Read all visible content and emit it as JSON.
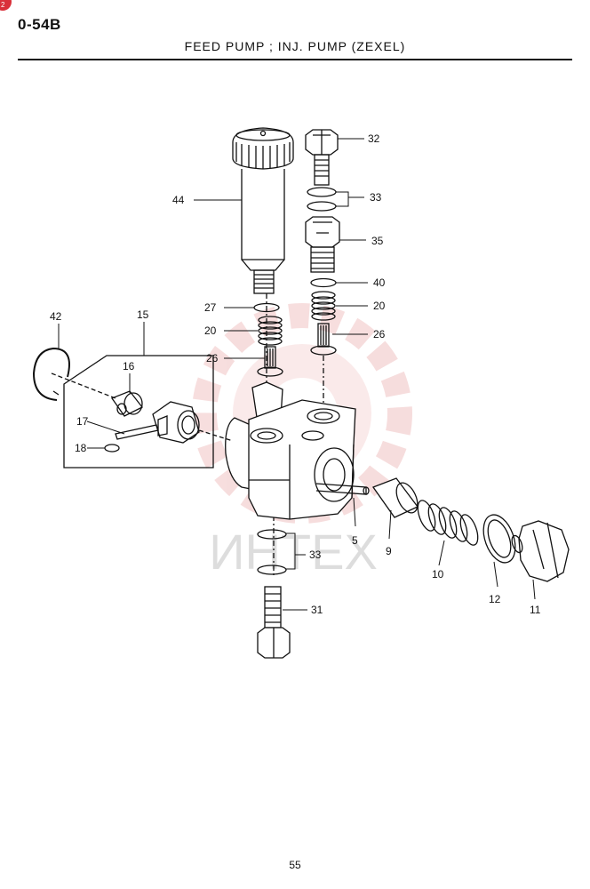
{
  "header": {
    "code": "0-54B",
    "title": "FEED PUMP ; INJ. PUMP (ZEXEL)"
  },
  "footer": {
    "page_number": "55"
  },
  "watermark": {
    "text": "ИНТЕХ",
    "color": "#e8a0a0"
  },
  "colors": {
    "ink": "#111111",
    "badge": "#d9303a"
  },
  "callouts": {
    "c44": "44",
    "c32": "32",
    "c33_top": "33",
    "c35": "35",
    "c40": "40",
    "c27": "27",
    "c20_left": "20",
    "c20_right": "20",
    "c26_left": "26",
    "c26_right": "26",
    "c42": "42",
    "c15": "15",
    "c16": "16",
    "c17": "17",
    "c18": "18",
    "c5": "5",
    "c9": "9",
    "c10": "10",
    "c12": "12",
    "c11": "11",
    "c33_bottom": "33",
    "c31": "31"
  }
}
